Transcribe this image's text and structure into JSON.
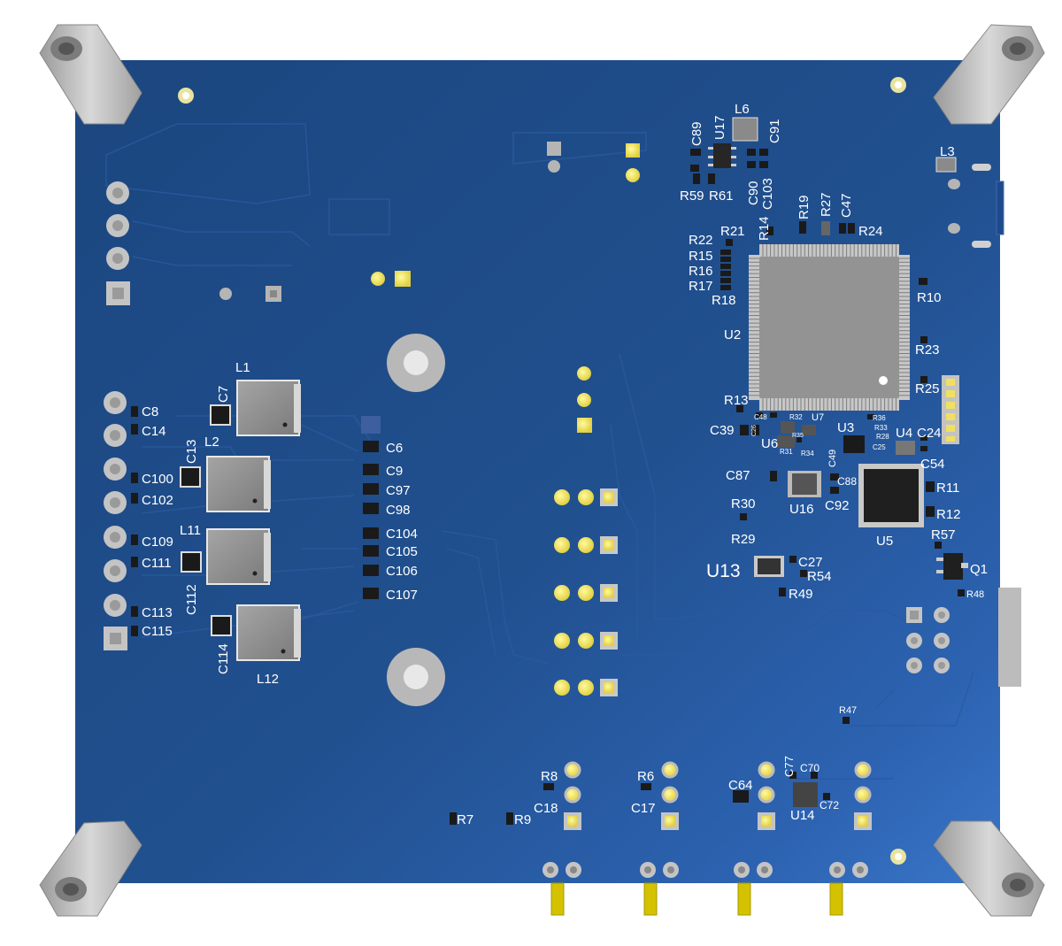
{
  "board": {
    "colors": {
      "pcb": "#1e4a8c",
      "pcb_dark": "#173c74",
      "pcb_light": "#2f65b8",
      "pad_silver": "#c9c9c9",
      "pad_gold": "#f0e060",
      "component_body": "#2b2b2b",
      "inductor_body": "#8e8e8e",
      "label": "#ffffff",
      "standoff": "#b5b5b5",
      "pin_gold": "#d8c800"
    },
    "labels": {
      "L1": "L1",
      "L2": "L2",
      "L11": "L11",
      "L12": "L12",
      "C7": "C7",
      "C13": "C13",
      "C112": "C112",
      "C114": "C114",
      "C8": "C8",
      "C14": "C14",
      "C100": "C100",
      "C102": "C102",
      "C109": "C109",
      "C111": "C111",
      "C113": "C113",
      "C115": "C115",
      "C6": "C6",
      "C9": "C9",
      "C97": "C97",
      "C98": "C98",
      "C104": "C104",
      "C105": "C105",
      "C106": "C106",
      "C107": "C107",
      "L6": "L6",
      "U17": "U17",
      "C89": "C89",
      "C91": "C91",
      "R59": "R59",
      "R61": "R61",
      "C90": "C90",
      "C103": "C103",
      "L3": "L3",
      "R19": "R19",
      "R27": "R27",
      "C47": "C47",
      "R14": "R14",
      "R21": "R21",
      "R22": "R22",
      "R24": "R24",
      "R15": "R15",
      "R16": "R16",
      "R17": "R17",
      "R18": "R18",
      "U2": "U2",
      "R10": "R10",
      "R23": "R23",
      "R25": "R25",
      "R13": "R13",
      "C48": "C48",
      "R32": "R32",
      "U7": "U7",
      "R36": "R36",
      "C39": "C39",
      "C26": "C26",
      "U6": "U6",
      "R35": "R35",
      "U3": "U3",
      "R33": "R33",
      "R28": "R28",
      "U4": "U4",
      "C24": "C24",
      "R31": "R31",
      "R34": "R34",
      "C25": "C25",
      "C54": "C54",
      "C49": "C49",
      "C87": "C87",
      "C88": "C88",
      "U16": "U16",
      "C92": "C92",
      "R11": "R11",
      "R12": "R12",
      "U5": "U5",
      "R30": "R30",
      "R29": "R29",
      "R57": "R57",
      "Q1": "Q1",
      "U13": "U13",
      "C27": "C27",
      "R54": "R54",
      "R49": "R49",
      "R48": "R48",
      "R47": "R47",
      "R8": "R8",
      "C18": "C18",
      "R6": "R6",
      "C17": "C17",
      "C77": "C77",
      "C70": "C70",
      "C64": "C64",
      "U14": "U14",
      "C72": "C72",
      "R7": "R7",
      "R9": "R9"
    }
  }
}
